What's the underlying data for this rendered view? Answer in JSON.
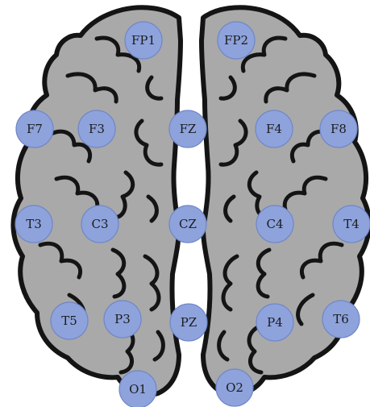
{
  "colors": {
    "brain_fill": "#a9a9a9",
    "outline": "#141414",
    "electrode_fill": "#8ea3dc",
    "background": "#ffffff"
  },
  "electrodes": [
    {
      "id": "fp1",
      "label": "FP1"
    },
    {
      "id": "fp2",
      "label": "FP2"
    },
    {
      "id": "f7",
      "label": "F7"
    },
    {
      "id": "f3",
      "label": "F3"
    },
    {
      "id": "fz",
      "label": "FZ"
    },
    {
      "id": "f4",
      "label": "F4"
    },
    {
      "id": "f8",
      "label": "F8"
    },
    {
      "id": "t3",
      "label": "T3"
    },
    {
      "id": "c3",
      "label": "C3"
    },
    {
      "id": "cz",
      "label": "CZ"
    },
    {
      "id": "c4",
      "label": "C4"
    },
    {
      "id": "t4",
      "label": "T4"
    },
    {
      "id": "t5",
      "label": "T5"
    },
    {
      "id": "p3",
      "label": "P3"
    },
    {
      "id": "pz",
      "label": "PZ"
    },
    {
      "id": "p4",
      "label": "P4"
    },
    {
      "id": "t6",
      "label": "T6"
    },
    {
      "id": "o1",
      "label": "O1"
    },
    {
      "id": "o2",
      "label": "O2"
    }
  ]
}
